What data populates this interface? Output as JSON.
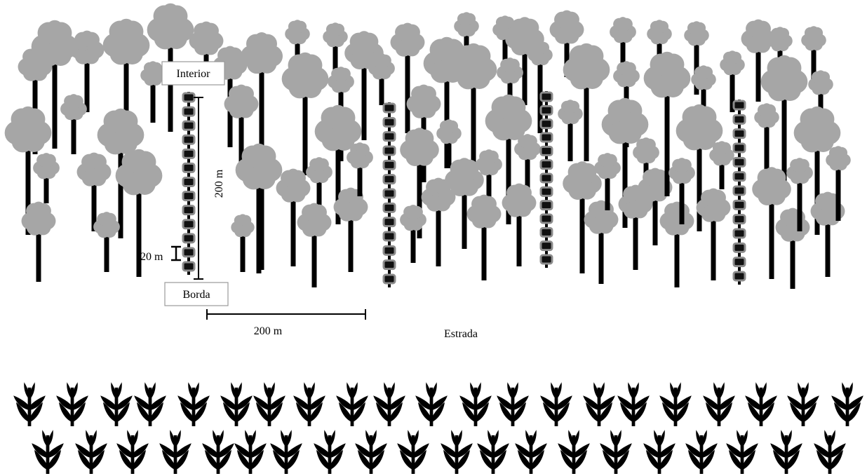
{
  "labels": {
    "interior": "Interior",
    "borda": "Borda",
    "transect_length": "200 m",
    "segment_spacing": "20 m",
    "transect_distance": "200 m",
    "road": "Estrada"
  },
  "colors": {
    "canopy": "#a6a6a6",
    "trunk": "#000000",
    "sampling_point_border": "#8c8c8c"
  },
  "transects": {
    "count": 4,
    "points_per_transect": 13
  },
  "icons": {
    "tree": "tree-icon",
    "crop_plant": "crop-plant-icon",
    "sampling_point": "sampling-point-icon"
  }
}
